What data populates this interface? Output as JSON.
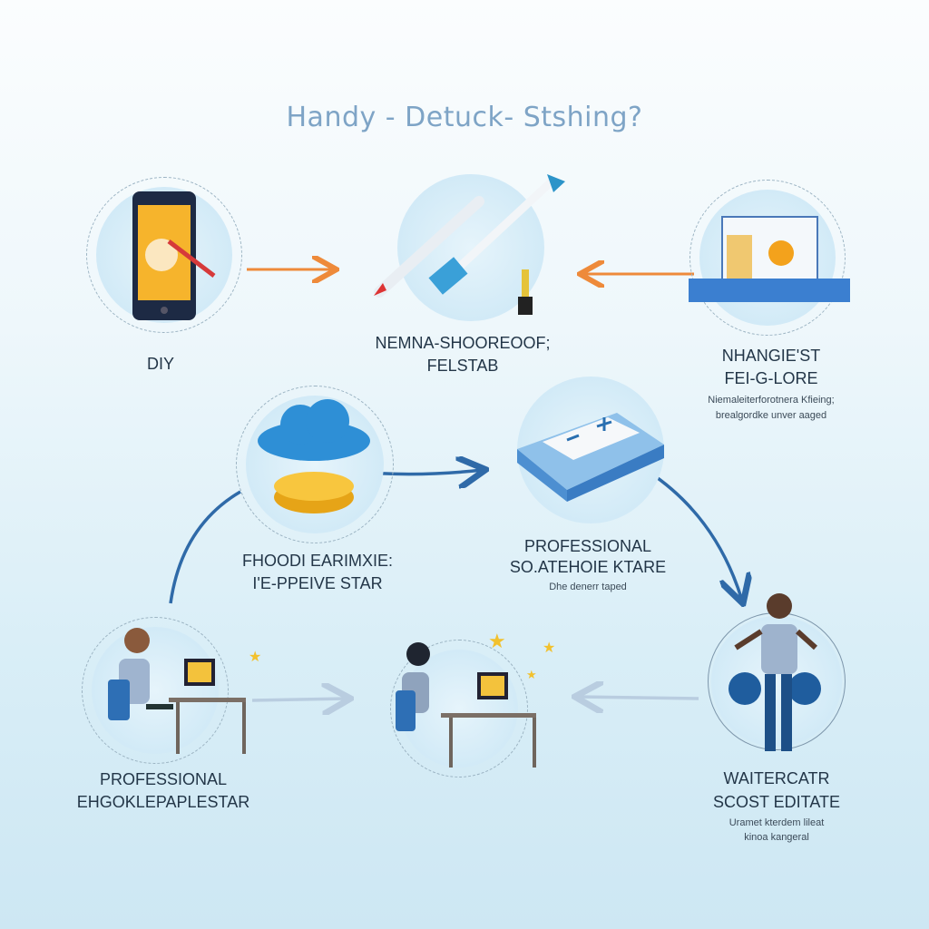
{
  "title": "Handy - Detuck- Stshing?",
  "nodes": [
    {
      "id": "diy",
      "label1": "DIY",
      "label2": "",
      "desc1": "",
      "desc2": ""
    },
    {
      "id": "tools",
      "label1": "NEMNA-SHOOREOOF;",
      "label2": "FELSTAB",
      "desc1": "",
      "desc2": ""
    },
    {
      "id": "laptop",
      "label1": "NHANGIE'ST",
      "label2": "FEI-G-LORE",
      "desc1": "Niemaleiterforotnera Kfieing;",
      "desc2": "brealgordke unver aaged"
    },
    {
      "id": "cloud",
      "label1": "FHOODI EARIMXIE:",
      "label2": "I'E-PPEIVE STAR",
      "desc1": "",
      "desc2": ""
    },
    {
      "id": "card",
      "label1": "PROFESSIONAL",
      "label2": "SO.ATEHOIE KTARE",
      "desc1": "Dhe denerr taped",
      "desc2": ""
    },
    {
      "id": "desk-left",
      "label1": "PROFESSIONAL",
      "label2": "EHGOKLEPAPLESTAR",
      "desc1": "",
      "desc2": ""
    },
    {
      "id": "standing",
      "label1": "WAITERCATR",
      "label2": "SCOST EDITATE",
      "desc1": "Uramet kterdem lileat",
      "desc2": "kinoa kangeral"
    }
  ],
  "colors": {
    "orange": "#ee8a3a",
    "blue": "#2f6aa8",
    "gray": "#b9cde0"
  }
}
